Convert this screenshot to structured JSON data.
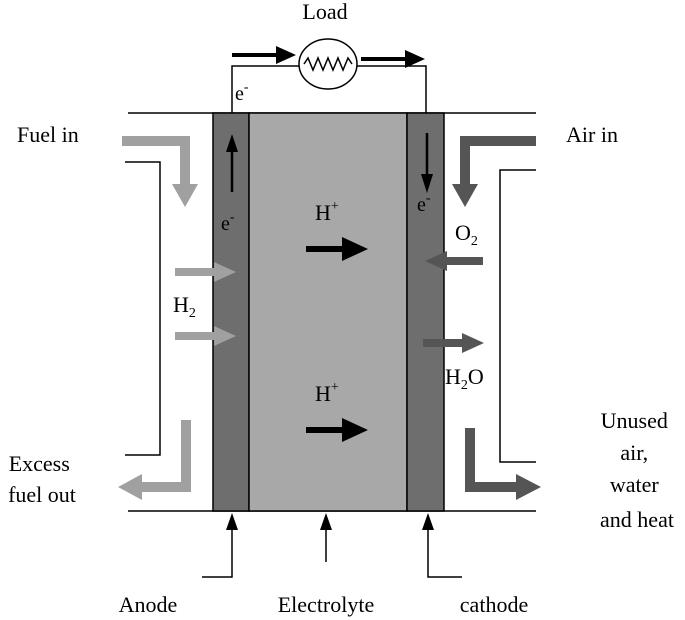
{
  "labels": {
    "load": "Load",
    "fuel_in": "Fuel in",
    "air_in": "Air in",
    "excess_fuel_out": [
      "Excess",
      "fuel out"
    ],
    "unused_output": [
      "Unused",
      "air,",
      "water",
      "and heat"
    ],
    "anode": "Anode",
    "electrolyte": "Electrolyte",
    "cathode": "cathode"
  },
  "species": {
    "electron": {
      "base": "e",
      "sup": "-"
    },
    "proton": {
      "base": "H",
      "sup": "+"
    },
    "hydrogen": {
      "base": "H",
      "sub": "2"
    },
    "oxygen": {
      "base": "O",
      "sub": "2"
    },
    "water": {
      "base1": "H",
      "sub": "2",
      "base2": "O"
    }
  },
  "colors": {
    "electrode": "#6e6e6e",
    "electrolyte": "#a8a8a8",
    "fuel_flow": "#a0a0a0",
    "air_flow": "#555555",
    "ion": "#000000",
    "line": "#000000"
  }
}
